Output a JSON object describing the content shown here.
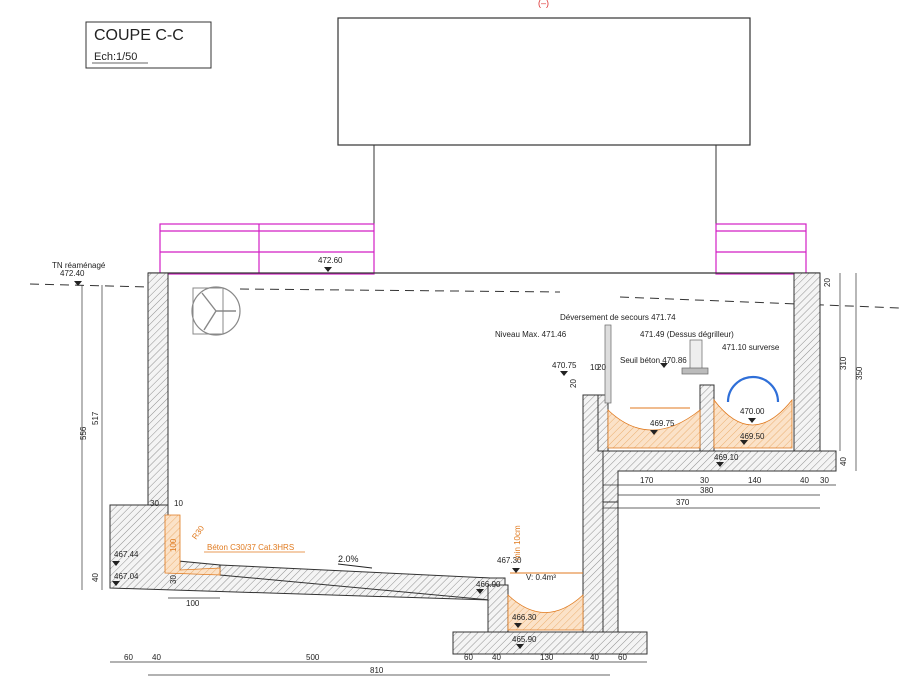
{
  "title_block": {
    "title": "COUPE C-C",
    "scale": "Ech:1/50"
  },
  "top_mark": "(–)",
  "levels": {
    "tn_label": "TN réaménagé",
    "tn": "472.40",
    "slab_top": "472.60",
    "deversement": "Déversement de secours 471.74",
    "niveau_max": "Niveau Max. 471.46",
    "dessus_degrilleur": "471.49 (Dessus dégrilleur)",
    "seuil_beton": "Seuil béton 470.86",
    "surverse": "471.10 surverse",
    "l_470_75": "470.75",
    "l_470_00": "470.00",
    "l_469_75": "469.75",
    "l_469_50": "469.50",
    "l_469_10": "469.10",
    "l_467_44": "467.44",
    "l_467_04": "467.04",
    "l_467_30": "467.30",
    "l_466_90": "466.90",
    "l_466_30": "466.30",
    "l_465_90": "465.90"
  },
  "annotations": {
    "beton": "Béton C30/37 Cat.3HRS",
    "slope": "2.0%",
    "volume": "V: 0.4m³",
    "min10": "min 10cm",
    "r30": "R30",
    "d100": "100"
  },
  "dims": {
    "v556": "556",
    "v517": "517",
    "v40_left": "40",
    "v30_left": "30",
    "v10_left": "10",
    "v30_left2": "30",
    "v100_left": "100",
    "v20_top": "20",
    "v310": "310",
    "v350": "350",
    "v40_right": "40",
    "v20_mid": "20",
    "v10_mid": "10",
    "v20_mid2": "20",
    "h170": "170",
    "h30a": "30",
    "h140": "140",
    "h40a": "40",
    "h30b": "30",
    "h380": "380",
    "h370": "370",
    "b60a": "60",
    "b40a": "40",
    "b500": "500",
    "b60b": "60",
    "b40b": "40",
    "b130": "130",
    "b40c": "40",
    "b60c": "60",
    "b810": "810"
  }
}
